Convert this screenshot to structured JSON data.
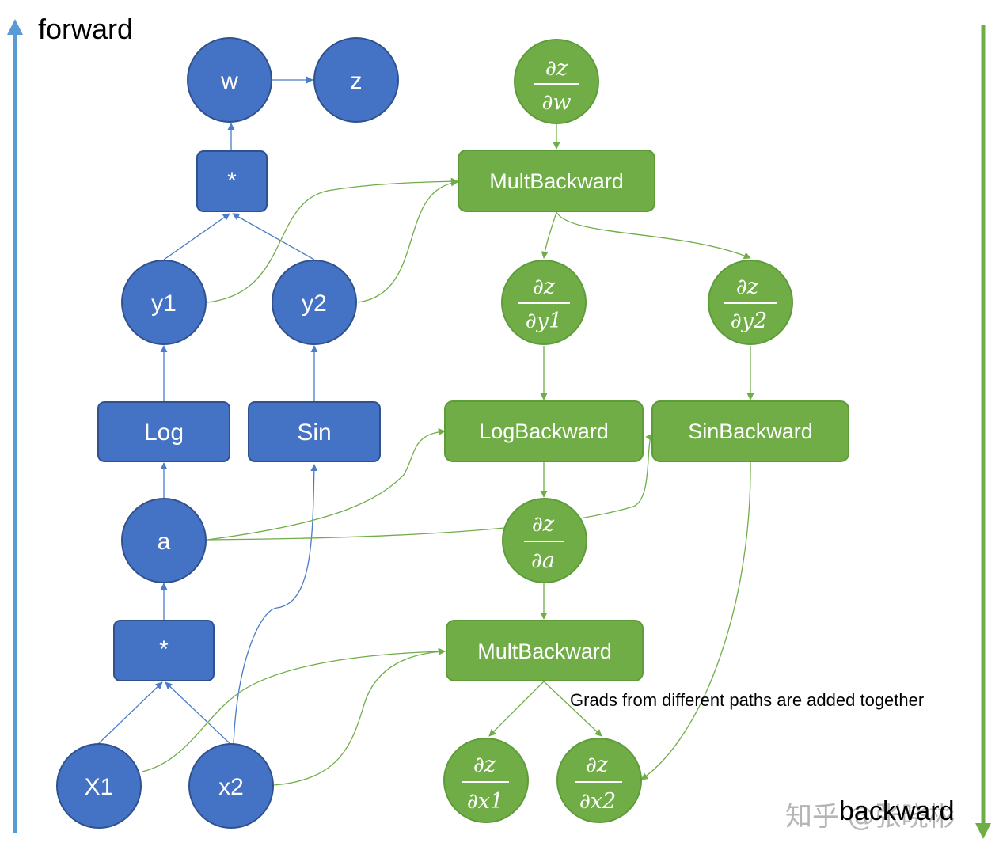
{
  "labels": {
    "forward": "forward",
    "backward": "backward",
    "note": "Grads from different paths are added together",
    "watermark": "知乎 @张晓彬"
  },
  "colors": {
    "forward_node": "#4472C4",
    "forward_border": "#2F528F",
    "forward_edge": "#4A7CC7",
    "forward_arrow": "#5B9BD5",
    "backward_node": "#70AD47",
    "backward_border": "#5E9C3A",
    "backward_edge": "#70AD47",
    "text": "#ffffff"
  },
  "forward_nodes": {
    "w": "w",
    "z": "z",
    "mul_top": "*",
    "y1": "y1",
    "y2": "y2",
    "log": "Log",
    "sin": "Sin",
    "a": "a",
    "mul_bottom": "*",
    "x1": "X1",
    "x2": "x2"
  },
  "backward_nodes": {
    "mult_backward_top": "MultBackward",
    "log_backward": "LogBackward",
    "sin_backward": "SinBackward",
    "mult_backward_bottom": "MultBackward",
    "grad_numerator": "∂z",
    "dz_dw_den": "∂w",
    "dz_dy1_den": "∂y1",
    "dz_dy2_den": "∂y2",
    "dz_da_den": "∂a",
    "dz_dx1_den": "∂x1",
    "dz_dx2_den": "∂x2"
  }
}
